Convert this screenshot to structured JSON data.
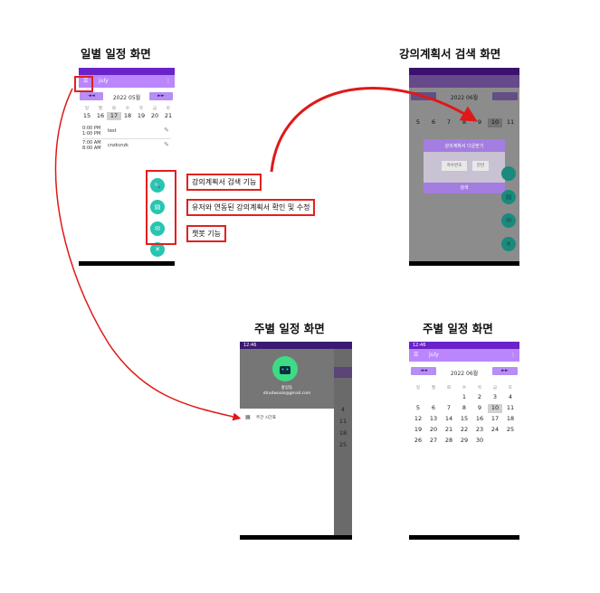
{
  "headings": {
    "daily": "일별 일정 화면",
    "search": "강의계획서 검색 화면",
    "weekly_left": "주별 일정 화면",
    "weekly_right": "주별 일정 화면"
  },
  "callouts": {
    "search": "강의계획서 검색 기능",
    "linked": "유저와 연동된 강의계획서 확인 및 수정",
    "chatbot": "챗봇 기능"
  },
  "daily_screen": {
    "app_title": "july",
    "month": "2022 05월",
    "prev": "◄◄",
    "next": "►►",
    "dow": [
      "일",
      "월",
      "화",
      "수",
      "목",
      "금",
      "토"
    ],
    "days": [
      "15",
      "16",
      "17",
      "18",
      "19",
      "20",
      "21"
    ],
    "selected_day": "17",
    "schedule": [
      {
        "time": "0:00 PM\n1:00 PM",
        "title": "test"
      },
      {
        "time": "7:00 AM\n8:00 AM",
        "title": "cnzkcnzk"
      }
    ],
    "fabs": {
      "search": "🔍",
      "book": "▤",
      "chat": "✉",
      "close": "✕"
    }
  },
  "search_screen": {
    "month": "2022 06월",
    "days_row1": [
      "5",
      "6",
      "7",
      "8",
      "9",
      "10",
      "11"
    ],
    "selected_day": "10",
    "dialog_title": "강의계획서 다운받기",
    "field1": "학수번호",
    "field2": "분반",
    "dialog_button": "검색"
  },
  "drawer_screen": {
    "status": "12:46",
    "user_name": "홍길동",
    "user_email": "dlrudwoals@gmail.com",
    "menu_item": "주간 시간표",
    "side_days": [
      "4",
      "11",
      "18",
      "25"
    ]
  },
  "weekly_screen": {
    "status": "12:46",
    "app_title": "july",
    "month": "2022 06월",
    "prev": "◄◄",
    "next": "►►",
    "dow": [
      "일",
      "월",
      "화",
      "수",
      "목",
      "금",
      "토"
    ],
    "weeks": [
      [
        "",
        "",
        "",
        "1",
        "2",
        "3",
        "4"
      ],
      [
        "5",
        "6",
        "7",
        "8",
        "9",
        "10",
        "11"
      ],
      [
        "12",
        "13",
        "14",
        "15",
        "16",
        "17",
        "18"
      ],
      [
        "19",
        "20",
        "21",
        "22",
        "23",
        "24",
        "25"
      ],
      [
        "26",
        "27",
        "28",
        "29",
        "30",
        "",
        ""
      ]
    ],
    "selected_day": "10"
  }
}
